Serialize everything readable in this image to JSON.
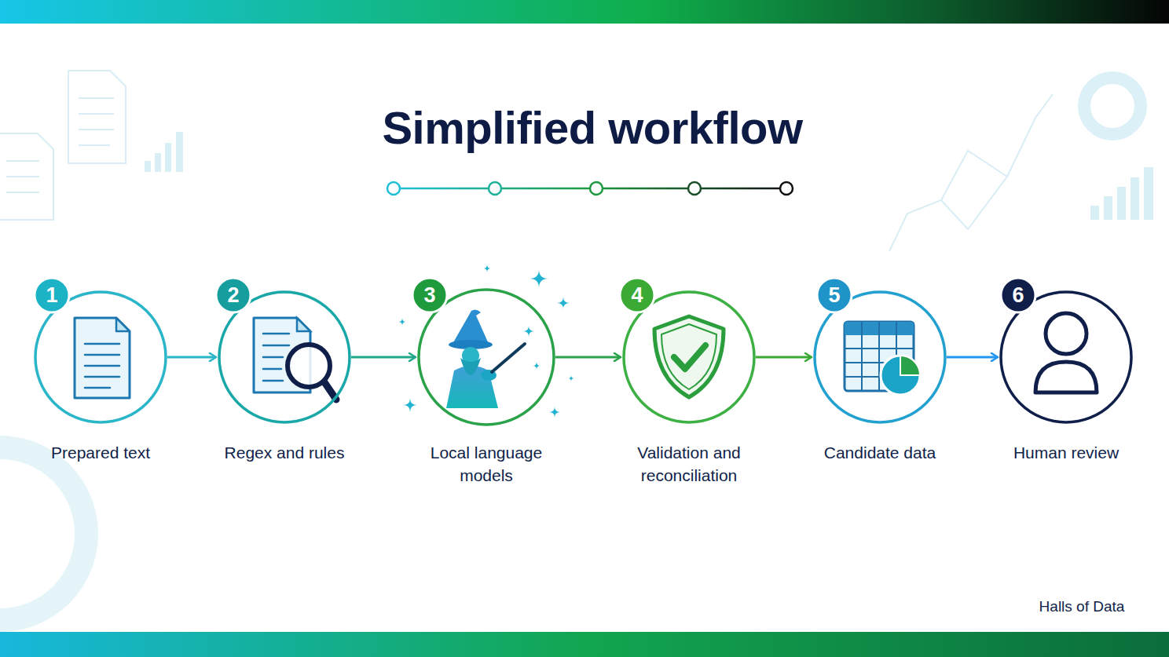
{
  "diagram": {
    "title": "Simplified workflow",
    "nodes": [
      {
        "text": [
          "1",
          "Prepared text"
        ]
      },
      {
        "text": [
          "2",
          "Regex and rules"
        ]
      },
      {
        "text": [
          "3",
          "Local language models"
        ]
      },
      {
        "text": [
          "4",
          "Validation and reconciliation"
        ]
      },
      {
        "text": [
          "5",
          "Candidate data"
        ]
      },
      {
        "text": [
          "6",
          "Human review"
        ]
      }
    ],
    "edges": [
      {
        "from": 0,
        "to": 1,
        "arrow": "to"
      },
      {
        "from": 1,
        "to": 2,
        "arrow": "to"
      },
      {
        "from": 2,
        "to": 3,
        "arrow": "to"
      },
      {
        "from": 3,
        "to": 4,
        "arrow": "to"
      },
      {
        "from": 4,
        "to": 5,
        "arrow": "to"
      }
    ],
    "labels": [
      "Halls of Data"
    ]
  }
}
